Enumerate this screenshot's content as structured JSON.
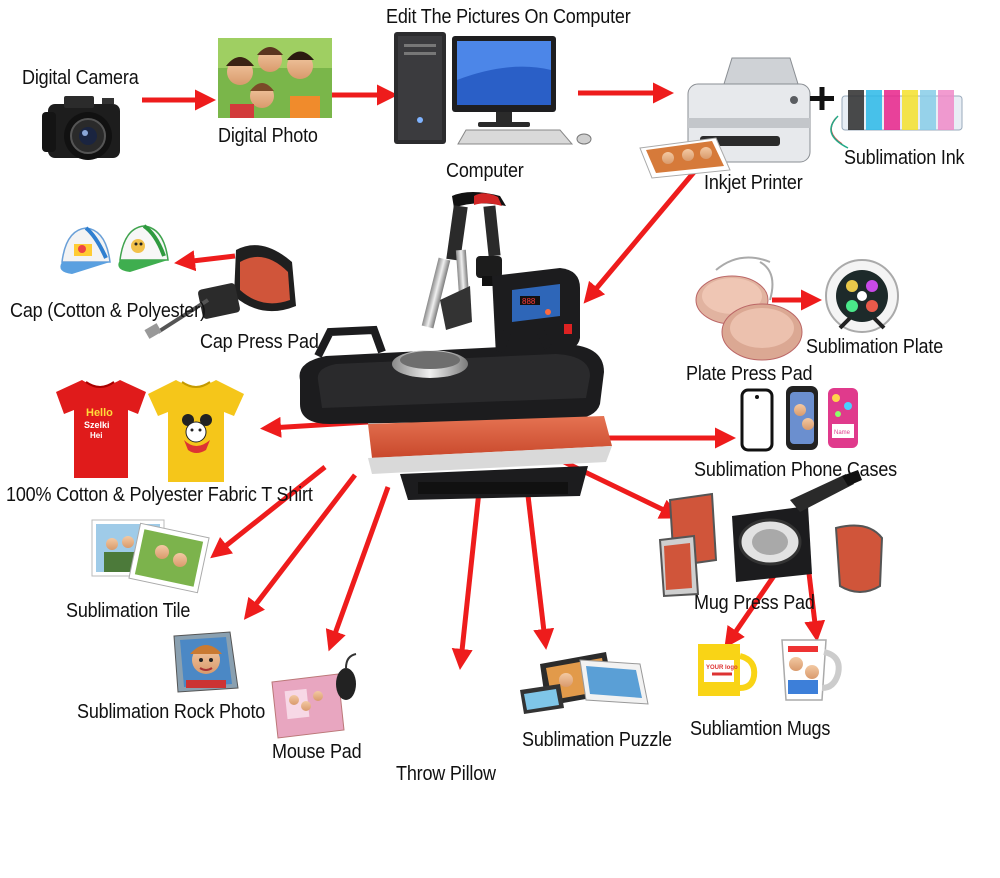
{
  "labels": {
    "digital_camera": "Digital Camera",
    "digital_photo": "Digital Photo",
    "edit_pictures": "Edit The Pictures On Computer",
    "computer": "Computer",
    "inkjet_printer": "Inkjet Printer",
    "sublimation_ink": "Sublimation Ink",
    "cap": "Cap (Cotton & Polyester)",
    "cap_press_pad": "Cap Press Pad",
    "sublimation_plate": "Sublimation Plate",
    "plate_press_pad": "Plate Press Pad",
    "t_shirt": "100% Cotton & Polyester Fabric T Shirt",
    "phone_cases": "Sublimation Phone Cases",
    "tile": "Sublimation Tile",
    "mug_press_pad": "Mug Press Pad",
    "rock_photo": "Sublimation Rock Photo",
    "mouse_pad": "Mouse Pad",
    "throw_pillow": "Throw Pillow",
    "puzzle": "Sublimation Puzzle",
    "mugs": "Subliamtion Mugs"
  },
  "image_text": {
    "tshirt_red_line1": "Hello",
    "tshirt_red_line2": "Szelki",
    "tshirt_red_line3": "Hei",
    "mug_logo": "YOUR logo",
    "phone_case_name": "Name"
  },
  "colors": {
    "arrow": "#ee1c1c",
    "machine_body": "#1c1c1e",
    "heat_platen": "#d85a3a"
  }
}
